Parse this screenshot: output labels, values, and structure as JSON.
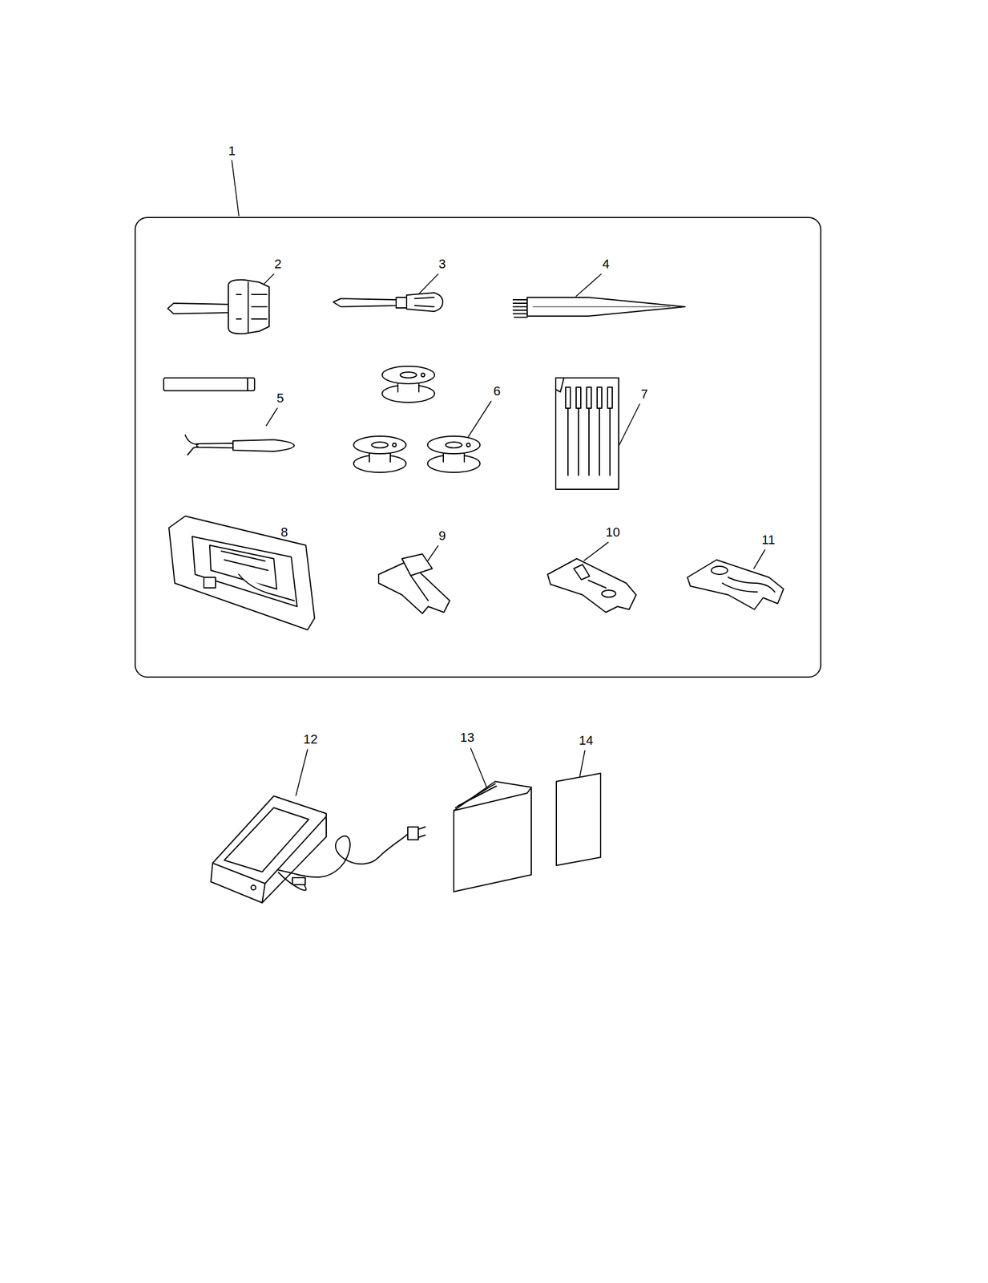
{
  "diagram": {
    "nodes": [
      {
        "text": [
          "1"
        ]
      }
    ],
    "labels": [
      "2",
      "3",
      "4",
      "5",
      "6",
      "7",
      "8",
      "9",
      "10",
      "11",
      "12",
      "13",
      "14"
    ]
  }
}
